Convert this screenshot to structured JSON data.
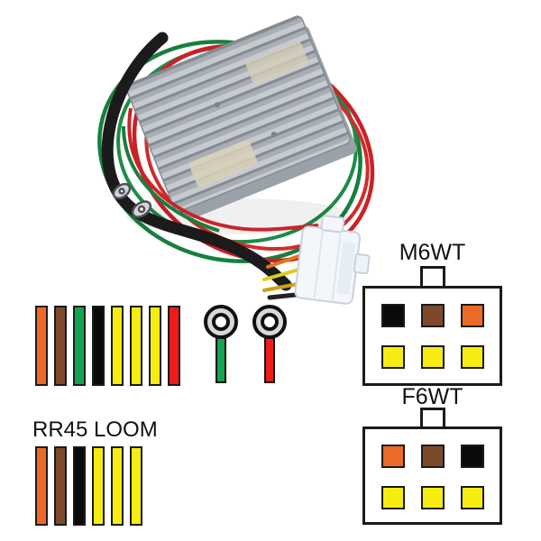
{
  "colors": {
    "orange": "#EC6A27",
    "brown": "#7C4A2B",
    "green": "#14A351",
    "black": "#0A0A0A",
    "yellow": "#F6EC12",
    "red": "#EE1B1B",
    "terminal_ring": "#D8D8D8",
    "outline": "#1A1A1A"
  },
  "loom": {
    "label": "RR45 LOOM"
  },
  "strips": {
    "top": [
      "orange",
      "brown",
      "green",
      "black",
      "yellow",
      "yellow",
      "yellow",
      "red"
    ],
    "loom": [
      "orange",
      "brown",
      "black",
      "yellow",
      "yellow",
      "yellow"
    ]
  },
  "terminals": [
    {
      "wire": "green"
    },
    {
      "wire": "red"
    }
  ],
  "connectors": {
    "m6wt": {
      "label": "M6WT",
      "rows": [
        [
          "black",
          "brown",
          "orange"
        ],
        [
          "yellow",
          "yellow",
          "yellow"
        ]
      ]
    },
    "f6wt": {
      "label": "F6WT",
      "rows": [
        [
          "orange",
          "brown",
          "black"
        ],
        [
          "yellow",
          "yellow",
          "yellow"
        ]
      ]
    }
  }
}
